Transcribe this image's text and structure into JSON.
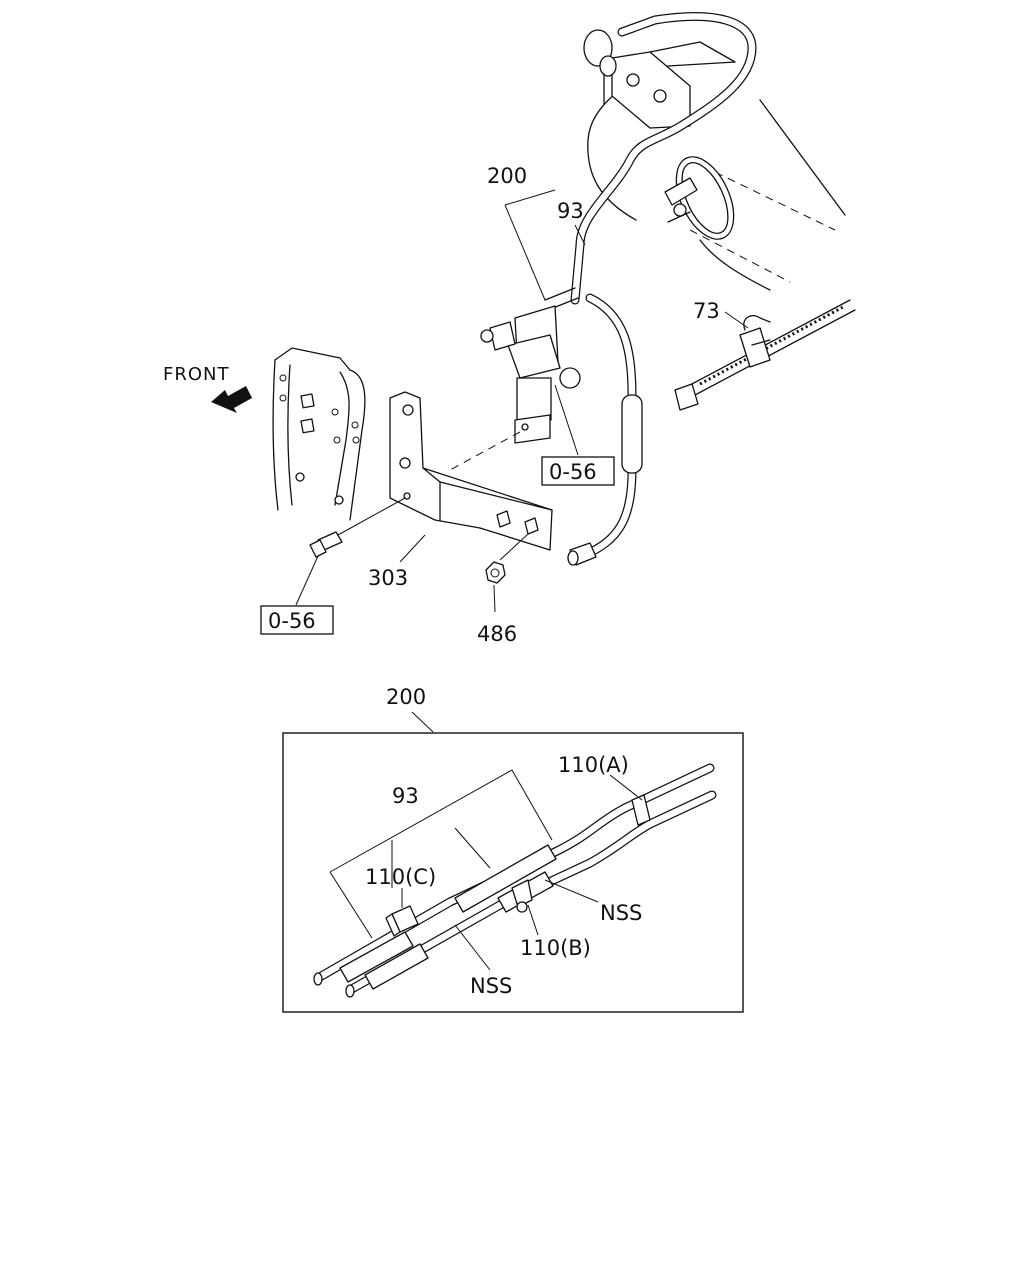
{
  "top_view": {
    "front_label": "FRONT",
    "callouts": {
      "assembly": "200",
      "pipe": "93",
      "clip": "73",
      "ref_upper": "0-56",
      "ref_lower": "0-56",
      "bracket": "303",
      "nut": "486"
    }
  },
  "detail_view": {
    "assembly": "200",
    "pipe": "93",
    "clip_a": "110(A)",
    "clip_b": "110(B)",
    "clip_c": "110(C)",
    "nss_right": "NSS",
    "nss_bottom": "NSS"
  }
}
